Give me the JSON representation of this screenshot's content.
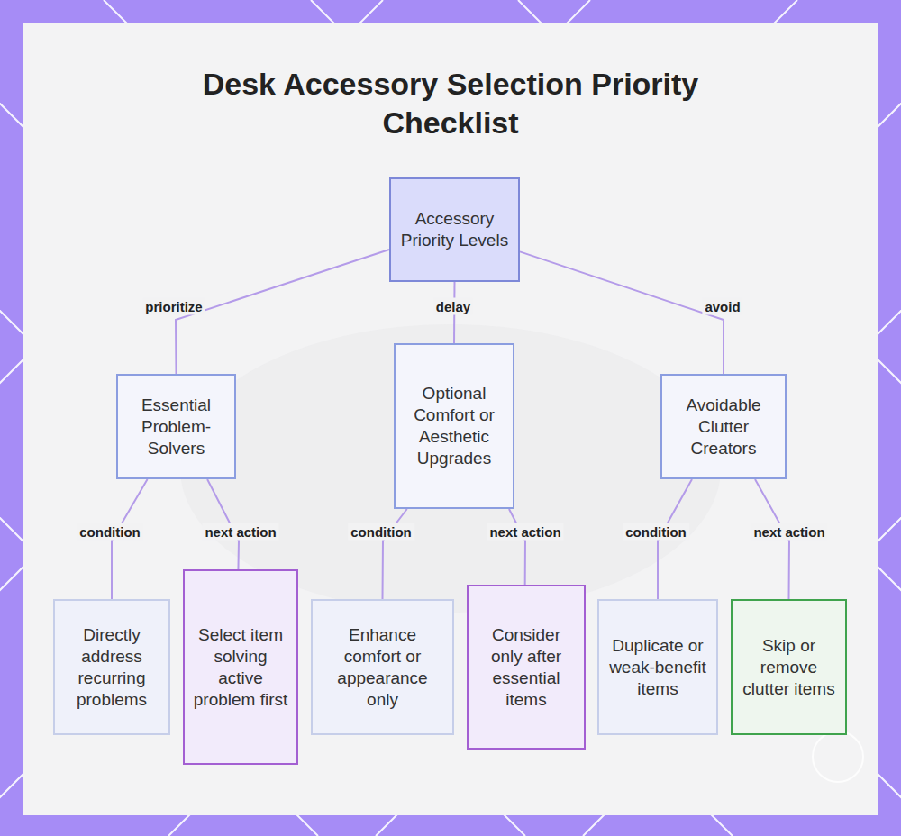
{
  "diagram": {
    "title": "Desk Accessory Selection Priority Checklist",
    "nodes": [
      {
        "text": [
          "Accessory Priority Levels"
        ]
      },
      {
        "text": [
          "Essential Problem-Solvers"
        ]
      },
      {
        "text": [
          "Optional Comfort or Aesthetic Upgrades"
        ]
      },
      {
        "text": [
          "Avoidable Clutter Creators"
        ]
      },
      {
        "text": [
          "Directly address recurring problems"
        ]
      },
      {
        "text": [
          "Select item solving active problem first"
        ]
      },
      {
        "text": [
          "Enhance comfort or appearance only"
        ]
      },
      {
        "text": [
          "Consider only after essential items"
        ]
      },
      {
        "text": [
          "Duplicate or weak-benefit items"
        ]
      },
      {
        "text": [
          "Skip or remove clutter items"
        ]
      }
    ],
    "edges": [
      {
        "from": 0,
        "to": 1,
        "label": "prioritize",
        "arrow": "none"
      },
      {
        "from": 0,
        "to": 2,
        "label": "delay",
        "arrow": "none"
      },
      {
        "from": 0,
        "to": 3,
        "label": "avoid",
        "arrow": "none"
      },
      {
        "from": 1,
        "to": 4,
        "label": "condition",
        "arrow": "none"
      },
      {
        "from": 1,
        "to": 5,
        "label": "next action",
        "arrow": "none"
      },
      {
        "from": 2,
        "to": 6,
        "label": "condition",
        "arrow": "none"
      },
      {
        "from": 2,
        "to": 7,
        "label": "next action",
        "arrow": "none"
      },
      {
        "from": 3,
        "to": 8,
        "label": "condition",
        "arrow": "none"
      },
      {
        "from": 3,
        "to": 9,
        "label": "next action",
        "arrow": "none"
      }
    ]
  }
}
